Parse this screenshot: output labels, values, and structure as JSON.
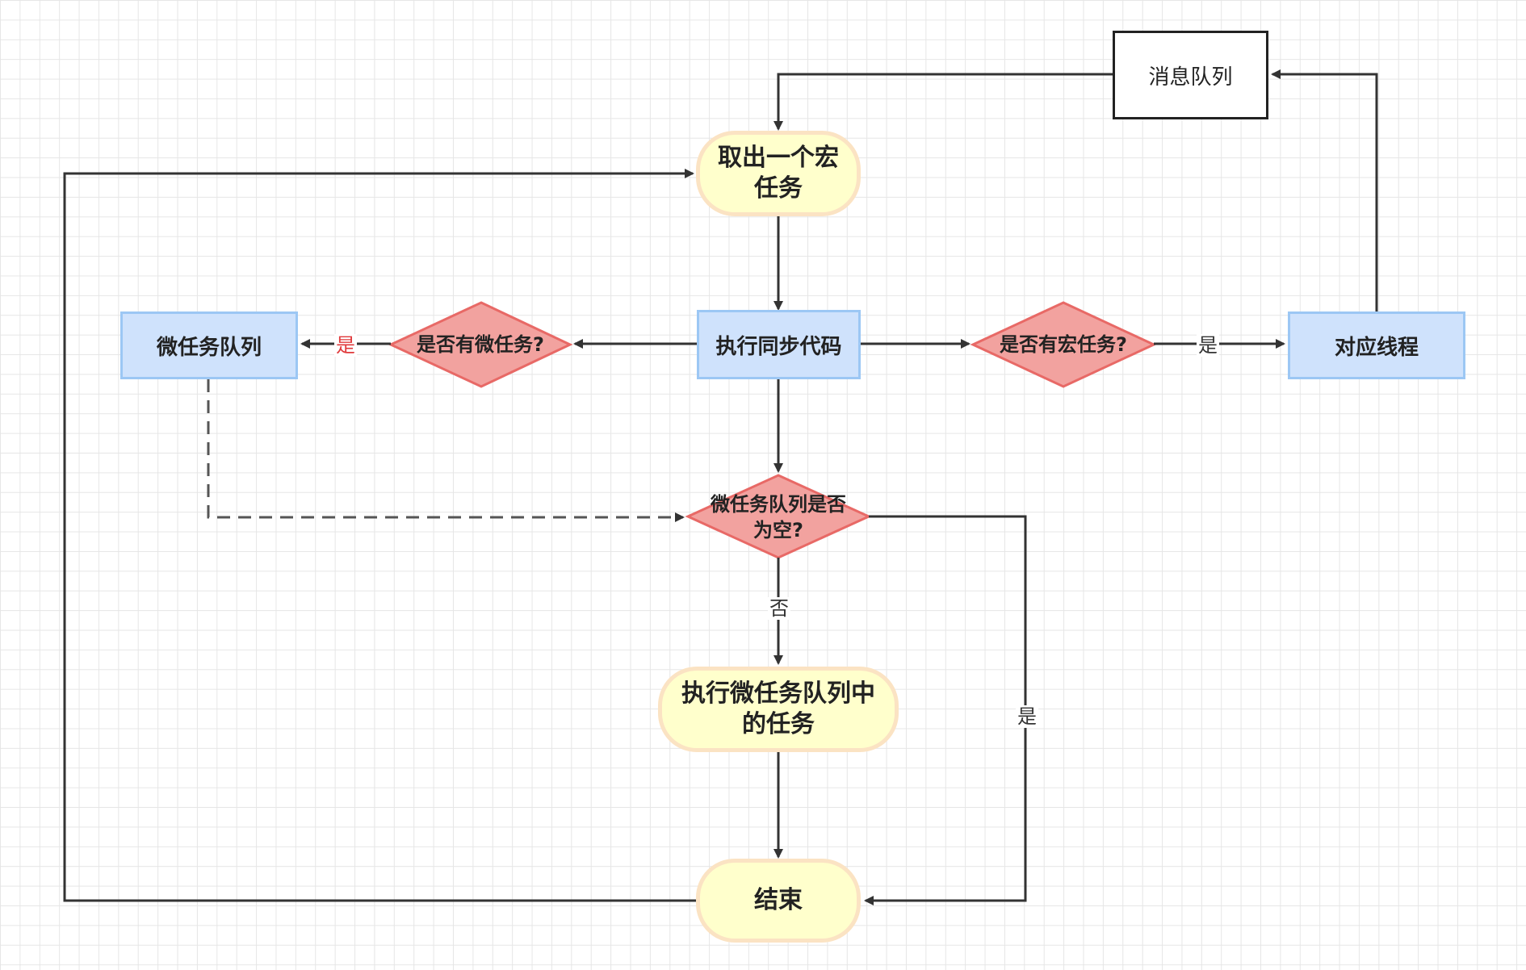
{
  "nodes": {
    "message_queue": "消息队列",
    "take_macrotask": "取出一个宏\n任务",
    "run_sync_code": "执行同步代码",
    "microtask_queue": "微任务队列",
    "has_microtask": "是否有微任务?",
    "has_macrotask": "是否有宏任务?",
    "corresponding_thread": "对应线程",
    "microtask_queue_empty": "微任务队列是否\n为空?",
    "run_microtasks": "执行微任务队列中\n的任务",
    "end": "结束"
  },
  "edge_labels": {
    "yes_microtask": "是",
    "yes_macrotask": "是",
    "no_empty": "否",
    "yes_empty": "是"
  },
  "colors": {
    "terminal_fill": "#ffffcc",
    "terminal_stroke": "#fbe3c3",
    "process_fill": "#cfe2fc",
    "process_stroke": "#9cc7f4",
    "decision_fill": "#f2a29f",
    "decision_stroke": "#e86966",
    "edge": "#333333",
    "highlight_label": "#e0393b"
  }
}
